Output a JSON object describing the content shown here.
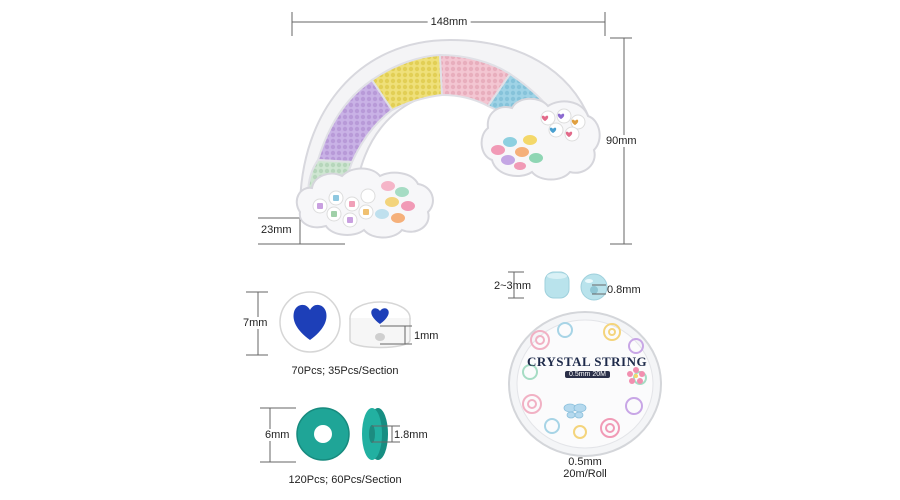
{
  "tray": {
    "width_label": "148mm",
    "height_label": "90mm",
    "depth_label": "23mm"
  },
  "heart_beads": {
    "height_label": "7mm",
    "hole_label": "1mm",
    "count_label": "70Pcs; 35Pcs/Section"
  },
  "seed_beads": {
    "size_label": "2~3mm",
    "hole_label": "0.8mm"
  },
  "clay_beads": {
    "diameter_label": "6mm",
    "thickness_label": "1.8mm",
    "count_label": "120Pcs; 60Pcs/Section"
  },
  "string": {
    "brand_label": "CRYSTAL STRING",
    "spec_label": "0.5mm 20M",
    "thickness_label": "0.5mm",
    "length_label": "20m/Roll"
  },
  "colors": {
    "purple": "#c9b2e6",
    "yellow": "#efe07a",
    "pink": "#f3c6d2",
    "blue": "#9fd3e6",
    "mint": "#c8e2cc",
    "teal": "#1fa597",
    "heart_blue": "#1d3fb8",
    "seed_bead": "#b9e3ec"
  }
}
